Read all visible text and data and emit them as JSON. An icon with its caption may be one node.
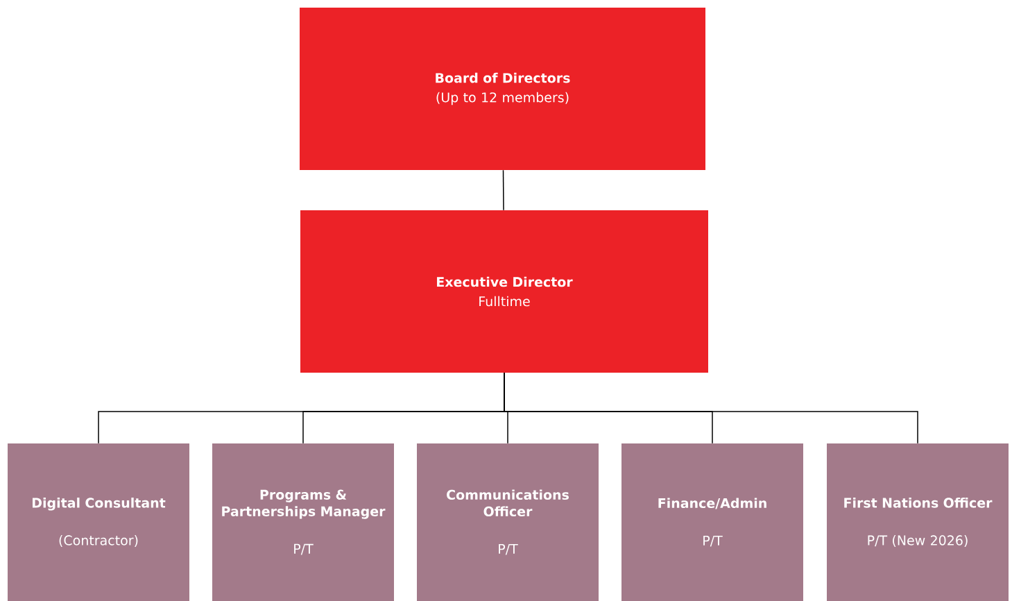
{
  "diagram": {
    "nodes": [
      {
        "text": [
          "Board of Directors",
          "(Up to 12 members)"
        ]
      },
      {
        "text": [
          "Executive Director",
          "Fulltime"
        ]
      },
      {
        "text": [
          "Digital Consultant",
          "(Contractor)"
        ]
      },
      {
        "text": [
          "Programs & Partnerships Manager",
          "P/T"
        ]
      },
      {
        "text": [
          "Communications Officer",
          "P/T"
        ]
      },
      {
        "text": [
          "Finance/Admin",
          "P/T"
        ]
      },
      {
        "text": [
          "First Nations Officer",
          "P/T (New 2026)"
        ]
      }
    ],
    "edges": [
      {
        "from": 0,
        "to": 1,
        "arrow": "none"
      },
      {
        "from": 1,
        "to": 2,
        "arrow": "none"
      },
      {
        "from": 1,
        "to": 3,
        "arrow": "none"
      },
      {
        "from": 1,
        "to": 4,
        "arrow": "none"
      },
      {
        "from": 1,
        "to": 5,
        "arrow": "none"
      },
      {
        "from": 1,
        "to": 6,
        "arrow": "none"
      }
    ]
  }
}
